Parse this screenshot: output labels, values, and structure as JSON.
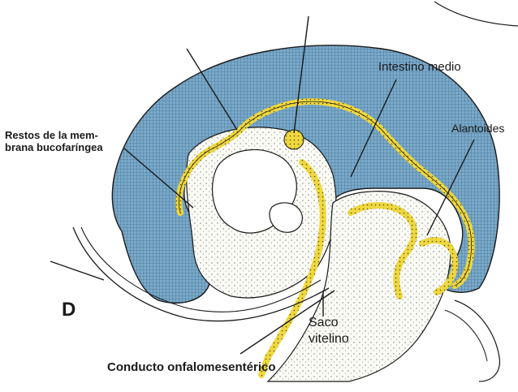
{
  "labels": {
    "restos_line1": "Restos de la mem-",
    "restos_line2": "brana bucofaríngea",
    "intestino_medio": "Intestino medio",
    "alantoides": "Alantoides",
    "saco_line1": "Saco",
    "saco_line2": "vitelino",
    "conducto": "Conducto onfalomesentérico",
    "panel": "D"
  },
  "colors": {
    "mesoderm_blue": "#5b8fb3",
    "endoderm_yellow": "#e8d23a",
    "outline": "#1a1a1a",
    "background": "#ffffff"
  }
}
